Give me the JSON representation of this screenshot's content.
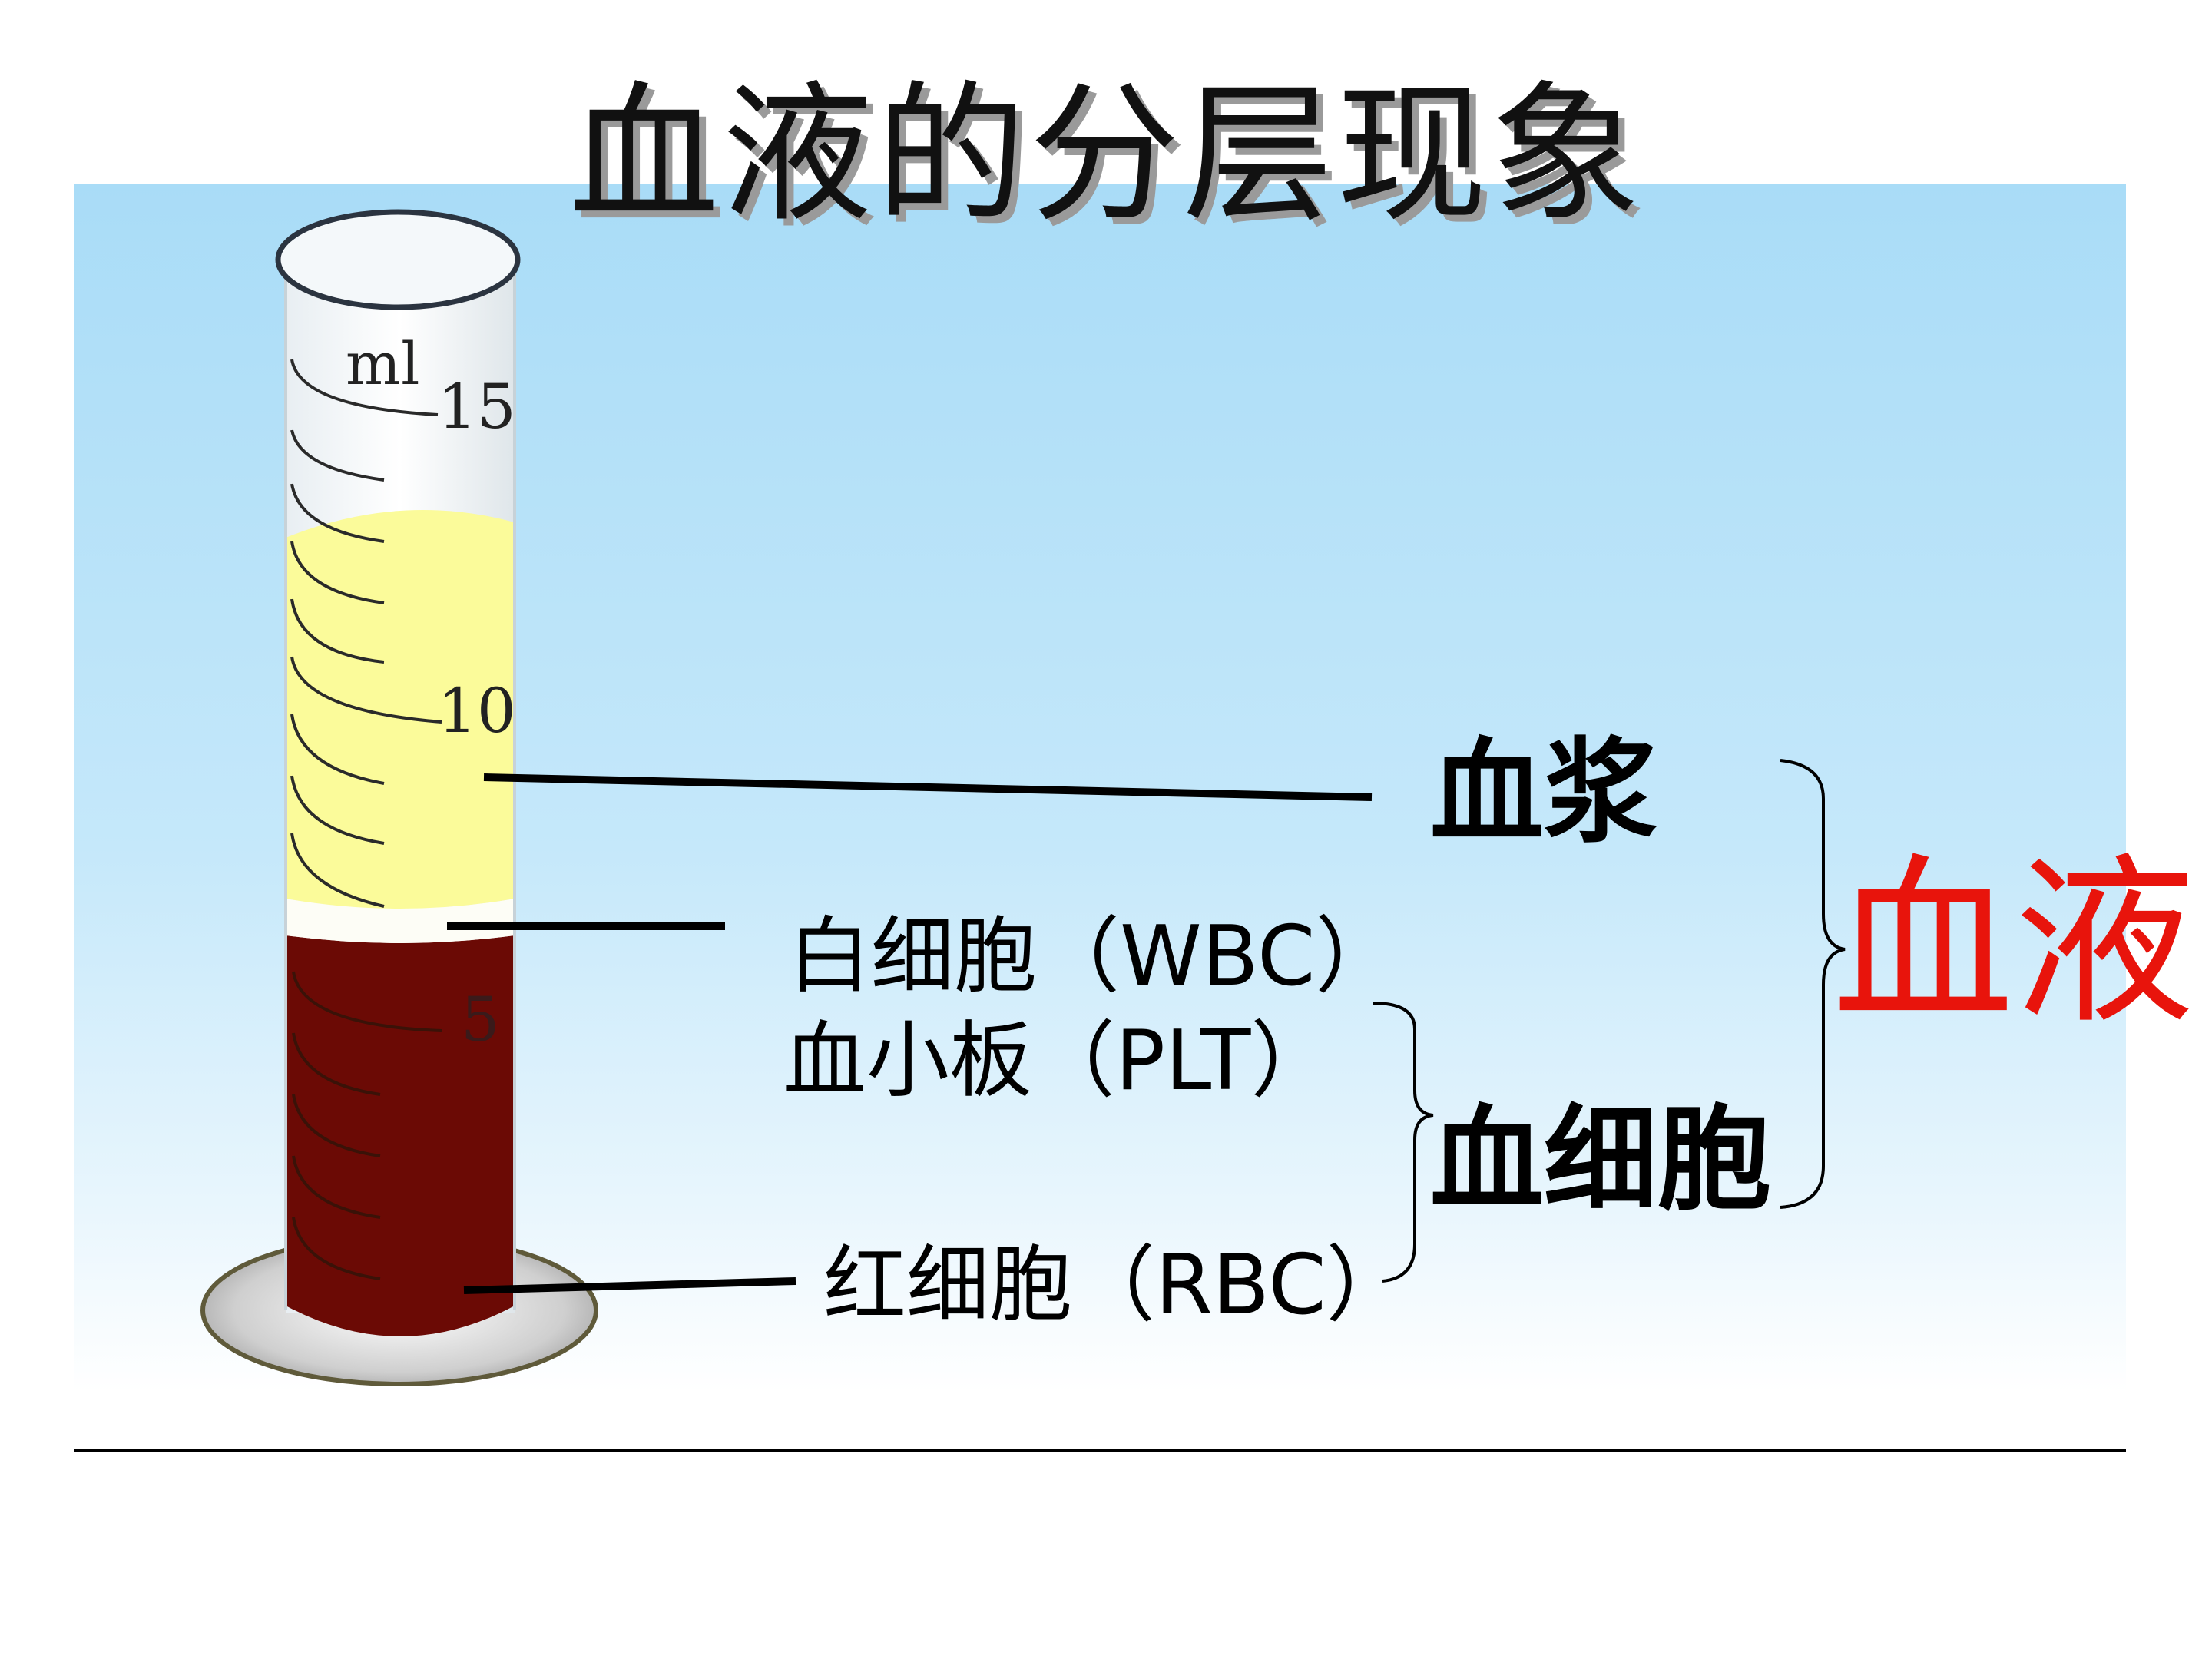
{
  "title": "血液的分层现象",
  "cylinder": {
    "unit": "ml",
    "scale_labels": [
      "15",
      "10",
      "5"
    ]
  },
  "layers": {
    "plasma": "血浆",
    "wbc": "白细胞（WBC）",
    "plt": "血小板（PLT）",
    "rbc": "红细胞（RBC）",
    "blood_cells": "血细胞",
    "blood": "血液"
  },
  "colors": {
    "plasma": "#fbfb9a",
    "rbc": "#6b0a05",
    "blood_label": "#e8140c",
    "panel_top": "#a9dcf7"
  }
}
